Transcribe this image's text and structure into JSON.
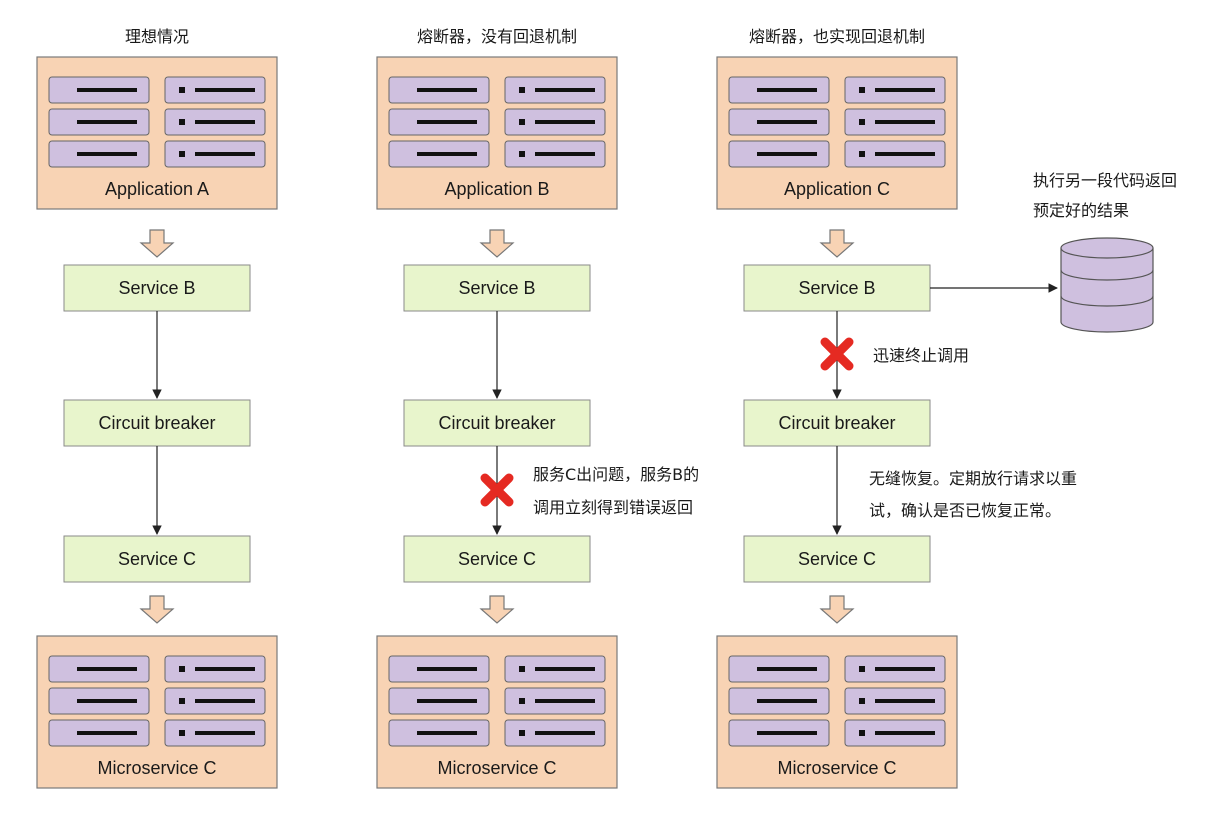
{
  "columns": [
    {
      "title": "理想情况",
      "app_label": "Application A",
      "service_b": "Service B",
      "circuit_breaker": "Circuit breaker",
      "service_c": "Service C",
      "micro_label": "Microservice C",
      "failure_at": "none",
      "failure_note": []
    },
    {
      "title": "熔断器，没有回退机制",
      "app_label": "Application B",
      "service_b": "Service B",
      "circuit_breaker": "Circuit breaker",
      "service_c": "Service C",
      "micro_label": "Microservice C",
      "failure_at": "below-circuit-breaker",
      "failure_note": [
        "服务C出问题，服务B的",
        "调用立刻得到错误返回"
      ]
    },
    {
      "title": "熔断器，也实现回退机制",
      "app_label": "Application C",
      "service_b": "Service B",
      "circuit_breaker": "Circuit breaker",
      "service_c": "Service C",
      "micro_label": "Microservice C",
      "failure_at": "above-circuit-breaker",
      "failure_note": [
        "迅速终止调用"
      ],
      "recovery_note": [
        "无缝恢复。定期放行请求以重",
        "试，确认是否已恢复正常。"
      ],
      "fallback_note": [
        "执行另一段代码返回",
        "预定好的结果"
      ]
    }
  ],
  "colors": {
    "app_box": "#f8d3b4",
    "server_slot": "#cfc0df",
    "service_box": "#e8f5cc",
    "database": "#cfc0df",
    "error_x": "#e52a22"
  }
}
